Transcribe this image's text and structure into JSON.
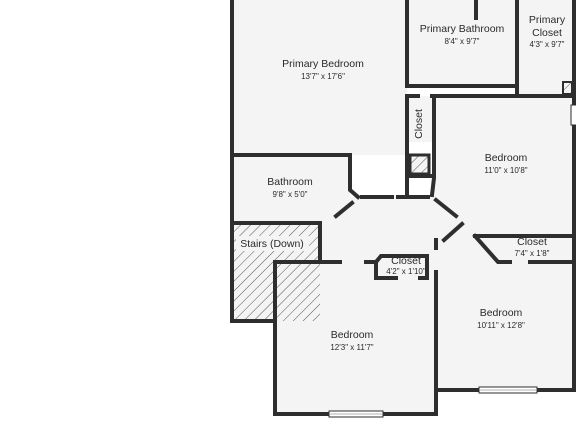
{
  "rooms": {
    "primary_bedroom": {
      "name": "Primary Bedroom",
      "dims": "13'7\" x 17'6\""
    },
    "primary_bathroom": {
      "name": "Primary Bathroom",
      "dims": "8'4\" x 9'7\""
    },
    "primary_closet": {
      "name_line1": "Primary",
      "name_line2": "Closet",
      "dims": "4'3\" x 9'7\""
    },
    "closet_vertical": {
      "name": "Closet"
    },
    "bedroom_right": {
      "name": "Bedroom",
      "dims": "11'0\" x 10'8\""
    },
    "bathroom": {
      "name": "Bathroom",
      "dims": "9'8\" x 5'0\""
    },
    "stairs": {
      "name": "Stairs (Down)"
    },
    "closet_small": {
      "name": "Closet",
      "dims": "4'2\" x 1'10\""
    },
    "closet_right": {
      "name": "Closet",
      "dims": "7'4\" x 1'8\""
    },
    "bedroom_bottom_right": {
      "name": "Bedroom",
      "dims": "10'11\" x 12'8\""
    },
    "bedroom_bottom": {
      "name": "Bedroom",
      "dims": "12'3\" x 11'7\""
    }
  }
}
